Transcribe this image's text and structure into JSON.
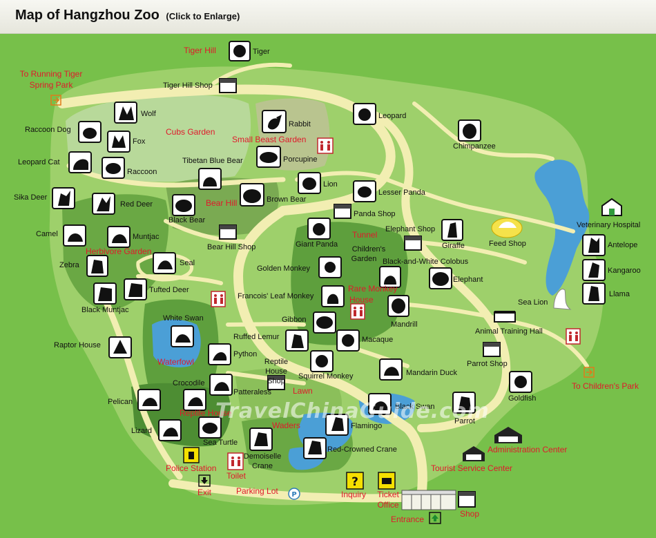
{
  "header": {
    "title": "Map of Hangzhou Zoo",
    "subtitle": "(Click to Enlarge)"
  },
  "watermark": "TravelChinaGuide.com",
  "colors": {
    "grass": "#77c04a",
    "path": "#f2eeb2",
    "water": "#4b9fd6",
    "zone_dark": "#5e9f3d",
    "red_label": "#e0192b"
  },
  "labels": {
    "tiger_hill": "Tiger Hill",
    "tiger": "Tiger",
    "running_tiger_1": "To Running Tiger",
    "running_tiger_2": "Spring Park",
    "tiger_hill_shop": "Tiger Hill Shop",
    "wolf": "Wolf",
    "raccoon_dog": "Raccoon Dog",
    "fox": "Fox",
    "cubs_garden": "Cubs Garden",
    "rabbit": "Rabbit",
    "small_beast_garden": "Small Beast Garden",
    "leopard": "Leopard",
    "chimpanzee": "Chimpanzee",
    "leopard_cat": "Leopard Cat",
    "raccoon": "Raccoon",
    "tibetan_blue_bear": "Tibetan Blue Bear",
    "porcupine": "Porcupine",
    "lion": "Lion",
    "lesser_panda": "Lesser Panda",
    "sika_deer": "Sika Deer",
    "red_deer": "Red Deer",
    "bear_hill": "Bear Hill",
    "brown_bear": "Brown Bear",
    "black_bear": "Black Bear",
    "panda_shop": "Panda Shop",
    "elephant_shop": "Elephant Shop",
    "giraffe": "Giraffe",
    "feed_shop": "Feed Shop",
    "veterinary_hospital": "Veterinary Hospital",
    "camel": "Camel",
    "muntjac": "Muntjac",
    "herbivore_garden": "Herbivore Garden",
    "bear_hill_shop": "Bear Hill Shop",
    "giant_panda": "Giant Panda",
    "tunnel": "Tunnel",
    "childrens_garden_1": "Children's",
    "childrens_garden_2": "Garden",
    "antelope": "Antelope",
    "zebra": "Zebra",
    "seal": "Seal",
    "golden_monkey": "Golden Monkey",
    "colobus": "Black-and-White Colobus",
    "kangaroo": "Kangaroo",
    "tufted_deer": "Tufted Deer",
    "black_muntjac": "Black Muntjac",
    "francois_leaf_monkey": "Francois' Leaf Monkey",
    "rare_monkey_house_1": "Rare Monkey",
    "rare_monkey_house_2": "House",
    "elephant": "Elephant",
    "llama": "Llama",
    "sea_lion": "Sea Lion",
    "white_swan": "White Swan",
    "gibbon": "Gibbon",
    "mandrill": "Mandrill",
    "animal_training_hall": "Animal Training Hall",
    "ruffed_lemur": "Ruffed Lemur",
    "macaque": "Macaque",
    "raptor_house": "Raptor House",
    "python": "Python",
    "reptile_house_shop_1": "Reptile",
    "reptile_house_shop_2": "House",
    "reptile_house_shop_3": "Shop",
    "waterfowl": "Waterfowl",
    "squirrel_monkey": "Squirrel Monkey",
    "parrot_shop": "Parrot Shop",
    "mandarin_duck": "Mandarin Duck",
    "crocodile": "Crocodile",
    "patteraless": "Patteraless",
    "lawn": "Lawn",
    "childrens_park": "To Children's Park",
    "goldfish": "Goldfish",
    "pelican": "Pelican",
    "black_swan": "Black Swan",
    "reptile_house": "Reptile House",
    "parrot": "Parrot",
    "lizard": "Lizard",
    "sea_turtle": "Sea Turtle",
    "waders": "Waders",
    "flamingo": "Flamingo",
    "administration_center": "Administration Center",
    "demoiselle_crane_1": "Demoiselle",
    "demoiselle_crane_2": "Crane",
    "red_crowned_crane": "Red-Crowned Crane",
    "tourist_service_center": "Tourist Service Center",
    "police_station": "Police Station",
    "toilet": "Toilet",
    "exit": "Exit",
    "parking_lot": "Parking Lot",
    "parking_symbol": "P",
    "inquiry": "Inquiry",
    "ticket_office_1": "Ticket",
    "ticket_office_2": "Office",
    "entrance": "Entrance",
    "shop": "Shop",
    "inquiry_symbol": "?"
  },
  "icons": [
    "tiger-icon",
    "wolf-icon",
    "raccoon-dog-icon",
    "fox-icon",
    "rabbit-icon",
    "leopard-icon",
    "chimpanzee-icon",
    "leopard-cat-icon",
    "raccoon-icon",
    "tibetan-blue-bear-icon",
    "porcupine-icon",
    "lion-icon",
    "lesser-panda-icon",
    "sika-deer-icon",
    "red-deer-icon",
    "brown-bear-icon",
    "black-bear-icon",
    "shop-icon",
    "giraffe-icon",
    "feed-shop-icon",
    "veterinary-hospital-icon",
    "camel-icon",
    "muntjac-icon",
    "giant-panda-icon",
    "antelope-icon",
    "zebra-icon",
    "seal-icon",
    "golden-monkey-icon",
    "colobus-icon",
    "kangaroo-icon",
    "tufted-deer-icon",
    "black-muntjac-icon",
    "francois-leaf-monkey-icon",
    "elephant-icon",
    "llama-icon",
    "sea-lion-icon",
    "white-swan-icon",
    "gibbon-icon",
    "mandrill-icon",
    "animal-training-hall-icon",
    "ruffed-lemur-icon",
    "macaque-icon",
    "raptor-icon",
    "python-icon",
    "squirrel-monkey-icon",
    "mandarin-duck-icon",
    "crocodile-icon",
    "patteraless-icon",
    "goldfish-icon",
    "pelican-icon",
    "black-swan-icon",
    "parrot-icon",
    "lizard-icon",
    "sea-turtle-icon",
    "flamingo-icon",
    "administration-center-icon",
    "demoiselle-crane-icon",
    "red-crowned-crane-icon",
    "tourist-service-center-icon",
    "police-station-icon",
    "toilet-icon",
    "exit-icon",
    "parking-icon",
    "inquiry-icon",
    "ticket-office-icon",
    "entrance-icon"
  ]
}
